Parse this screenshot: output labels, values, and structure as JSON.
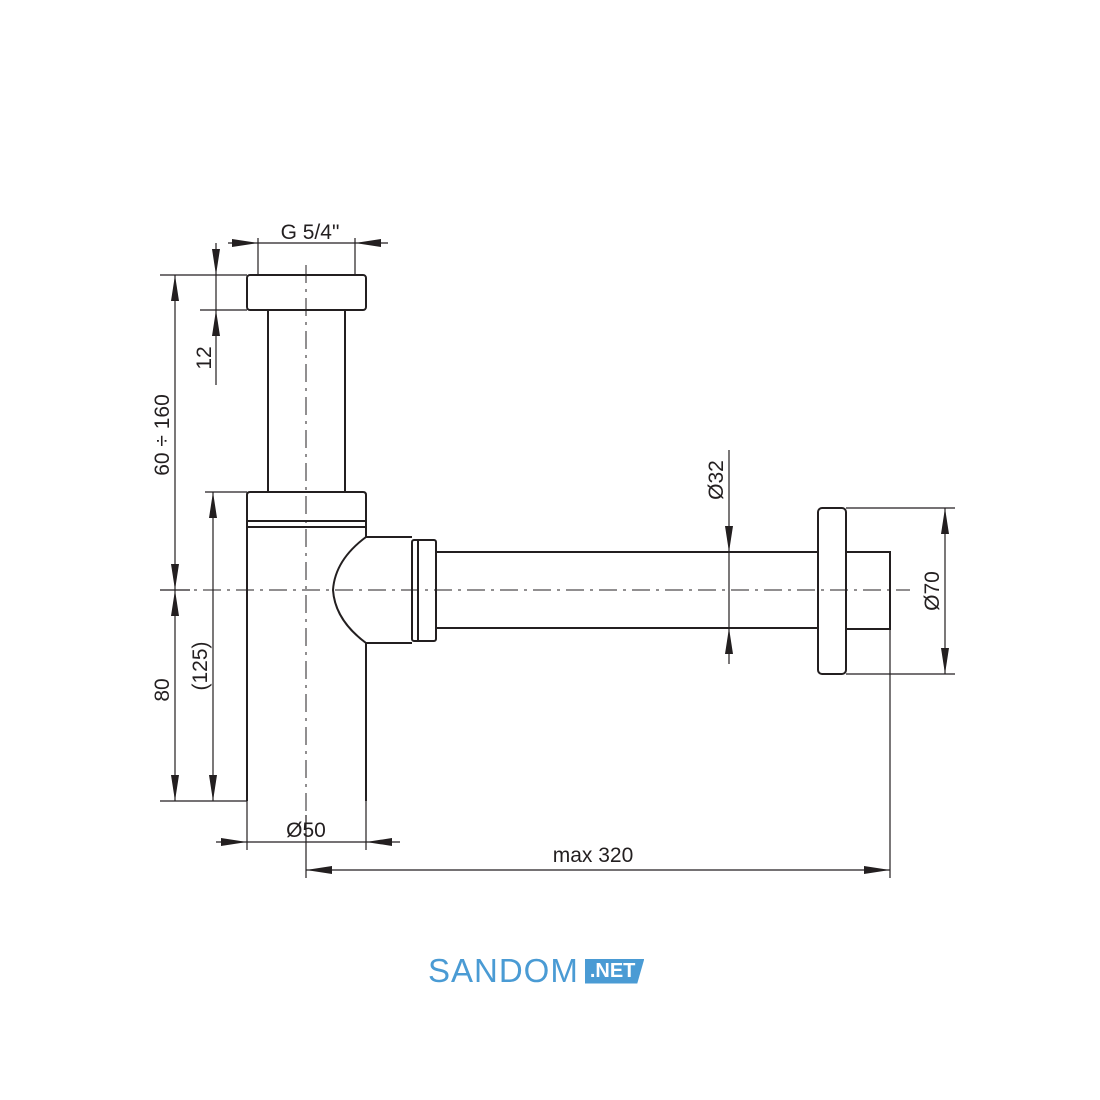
{
  "dimensions": {
    "thread": "G 5/4\"",
    "cap_height": "12",
    "adjust_range": "60 ÷ 160",
    "outlet_height": "80",
    "body_height": "(125)",
    "body_diameter": "Ø50",
    "outlet_diameter": "Ø32",
    "flange_diameter": "Ø70",
    "max_length": "max 320"
  },
  "logo": {
    "name": "SANDOM",
    "suffix": ".NET",
    "color": "#4a9bd4"
  }
}
